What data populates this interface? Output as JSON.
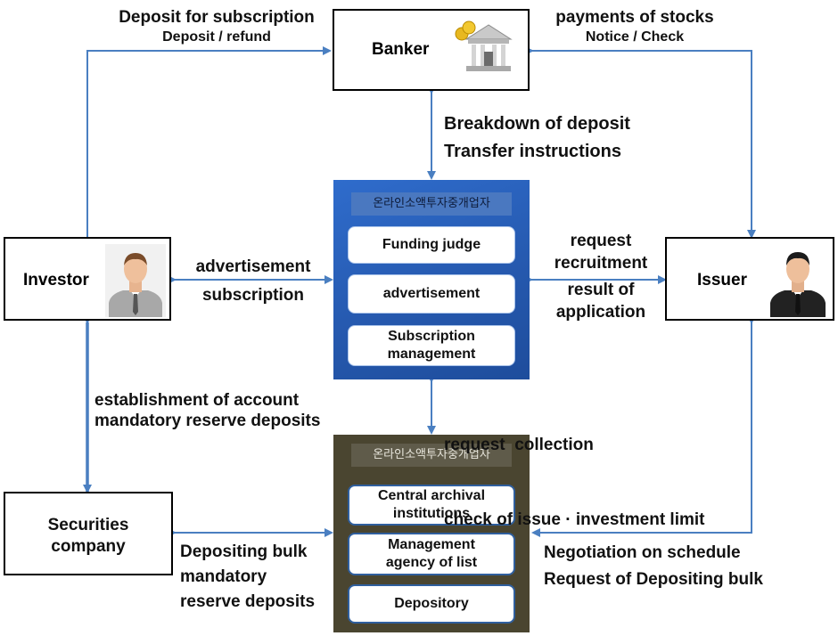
{
  "platform_name": "온라인소액투자중개업자",
  "nodes": {
    "banker": "Banker",
    "investor": "Investor",
    "issuer": "Issuer",
    "securities": [
      "Securities",
      "company"
    ]
  },
  "platform_top_items": [
    [
      "Funding judge"
    ],
    [
      "advertisement"
    ],
    [
      "Subscription",
      "management"
    ]
  ],
  "platform_bottom_items": [
    [
      "Central archival",
      "institutions"
    ],
    [
      "Management",
      "agency of list"
    ],
    [
      "Depository"
    ]
  ],
  "edge_labels": {
    "investor_banker": [
      "Deposit for subscription",
      "Deposit / refund"
    ],
    "banker_issuer": [
      "payments of stocks",
      "Notice / Check"
    ],
    "banker_platform": [
      "Breakdown of deposit",
      "Transfer instructions"
    ],
    "investor_platform": [
      "advertisement",
      "subscription"
    ],
    "platform_issuer": [
      "request",
      "recruitment",
      "result of",
      "application"
    ],
    "investor_securities": [
      "establishment of account",
      "mandatory reserve deposits"
    ],
    "platform_depository": [
      "request  collection",
      "check of issue · investment limit"
    ],
    "securities_depository": [
      "Depositing bulk",
      "mandatory",
      "reserve deposits"
    ],
    "issuer_depository": [
      "Negotiation on schedule",
      "Request of Depositing bulk"
    ]
  },
  "colors": {
    "arrow": "#4a7fc1",
    "platform_top": "#2a5fb8",
    "platform_bottom": "#4a4530"
  },
  "icons": [
    "bank-building-icon",
    "coins-icon",
    "investor-avatar-icon",
    "issuer-avatar-icon"
  ]
}
